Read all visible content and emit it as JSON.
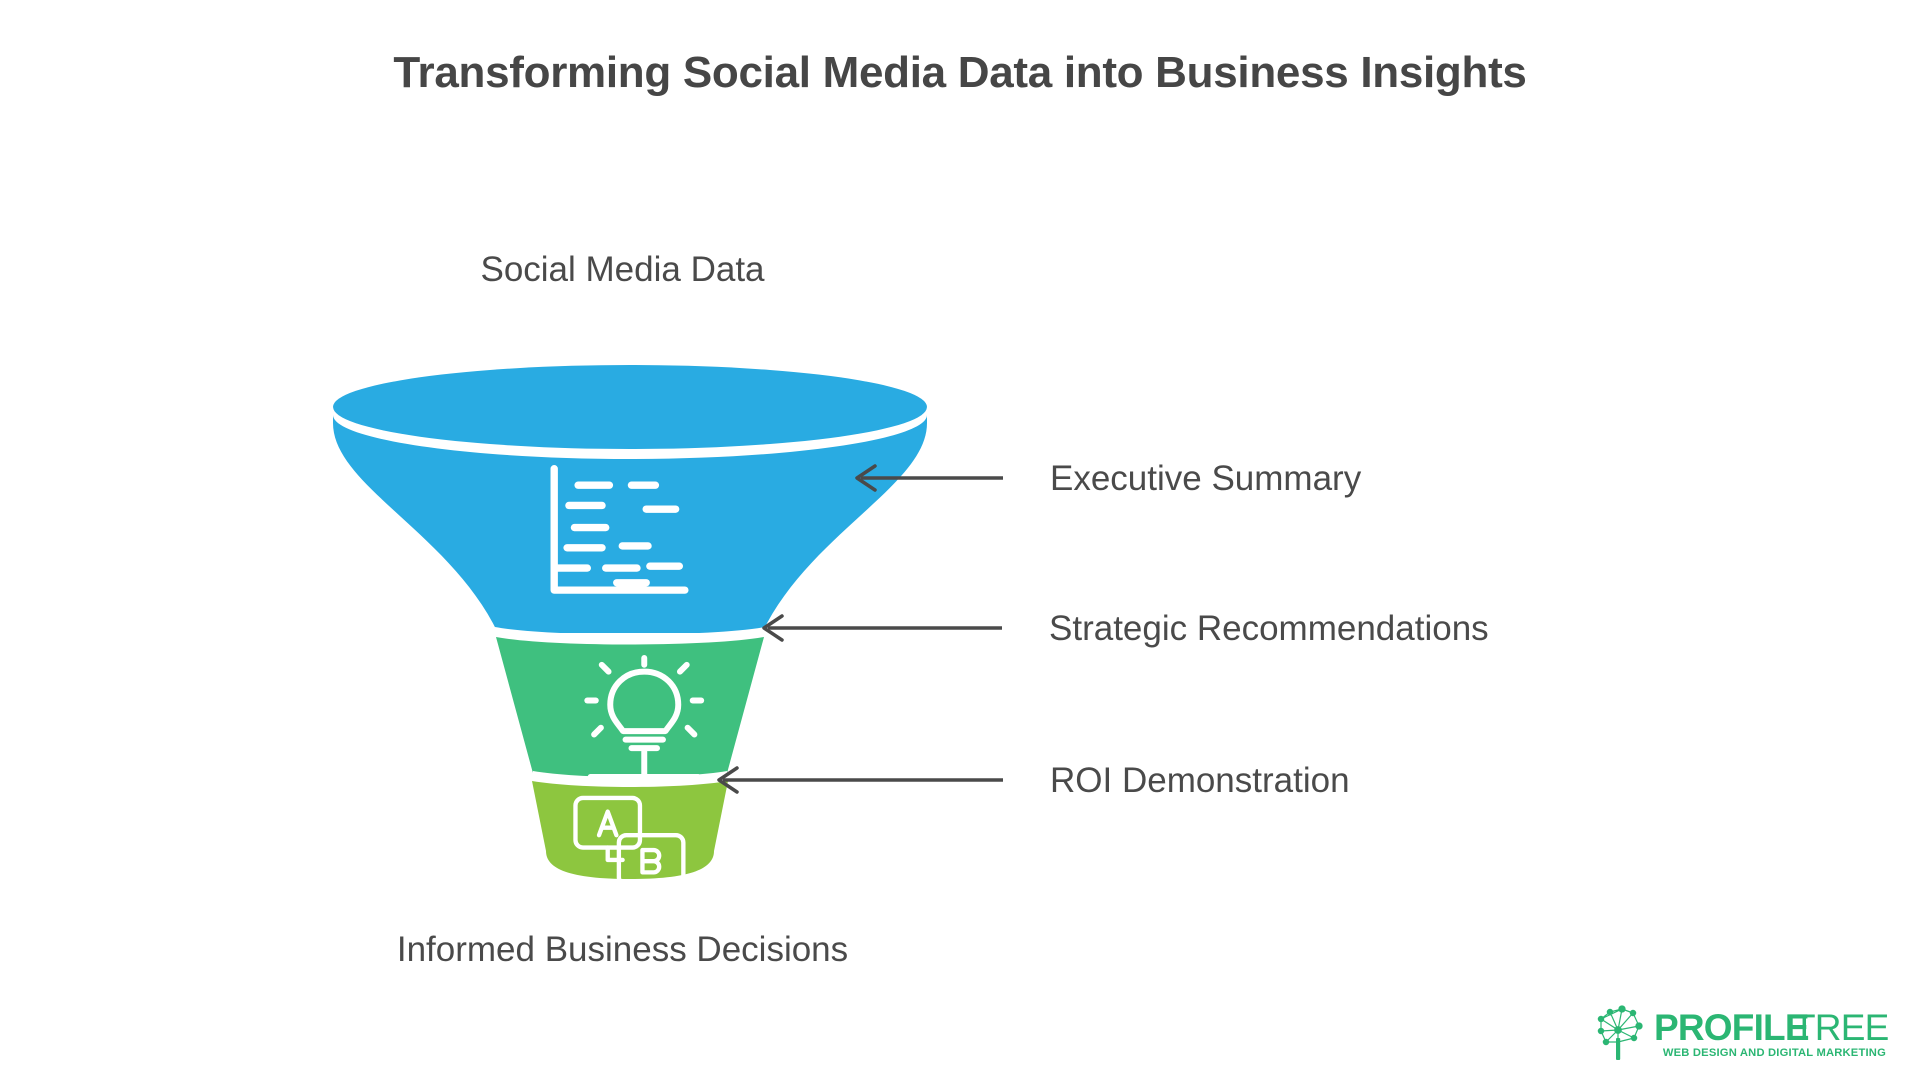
{
  "slide": {
    "background_color": "#ffffff",
    "title": "Transforming Social Media Data into Business Insights",
    "title_color": "#464646",
    "caption_top": "Social Media Data",
    "caption_bottom": "Informed Business Decisions",
    "caption_color": "#4a4a4a"
  },
  "funnel": {
    "name": "social-media-insights-funnel",
    "stages": [
      {
        "id": "executive-summary",
        "label": "Executive Summary",
        "color": "#29ABE2",
        "icon": "bar-chart-report-icon",
        "order": 1
      },
      {
        "id": "strategic-recommendations",
        "label": "Strategic Recommendations",
        "color": "#3FC07F",
        "icon": "lightbulb-strategy-icon",
        "order": 2
      },
      {
        "id": "roi-demonstration",
        "label": "ROI Demonstration",
        "color": "#8DC63F",
        "icon": "ab-testing-icon",
        "order": 3
      }
    ],
    "arrow_color": "#4a4a4a"
  },
  "logo": {
    "name": "profiletree-logo",
    "mark": "network-tree-icon",
    "word_bold": "PROFILE",
    "word_light": "TREE",
    "tagline": "WEB DESIGN AND DIGITAL MARKETING",
    "color": "#2BB673"
  }
}
